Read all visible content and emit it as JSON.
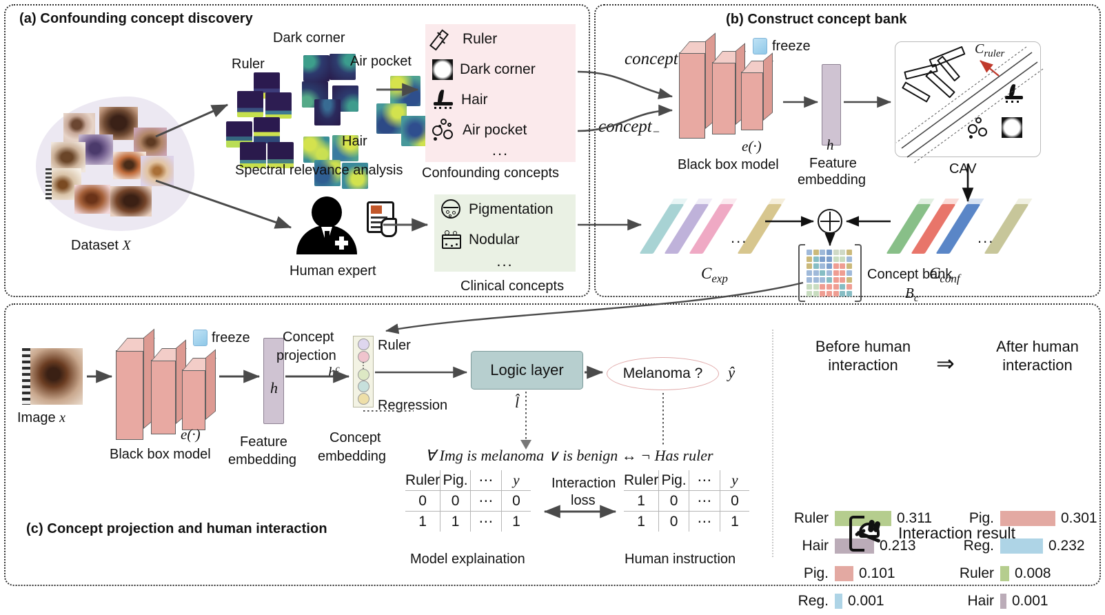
{
  "panels": {
    "a": {
      "title": "(a) Confounding concept discovery"
    },
    "b": {
      "title": "(b) Construct concept bank"
    },
    "c": {
      "title": "(c) Concept projection and human interaction"
    }
  },
  "panel_a": {
    "dataset_label": "Dataset",
    "dataset_symbol": "X",
    "sra_label": "Spectral relevance analysis",
    "cluster_labels": {
      "ruler": "Ruler",
      "dark_corner": "Dark corner",
      "air_pocket": "Air pocket",
      "hair": "Hair"
    },
    "human_expert_label": "Human expert",
    "confounding_caption": "Confounding concepts",
    "clinical_caption": "Clinical concepts",
    "confounding_concepts": [
      {
        "icon": "ruler-icon",
        "label": "Ruler"
      },
      {
        "icon": "dark-corner-icon",
        "label": "Dark corner"
      },
      {
        "icon": "hair-icon",
        "label": "Hair"
      },
      {
        "icon": "air-pocket-icon",
        "label": "Air pocket"
      }
    ],
    "confounding_ellipsis": "...",
    "clinical_concepts": [
      {
        "icon": "pigmentation-icon",
        "label": "Pigmentation"
      },
      {
        "icon": "nodular-icon",
        "label": "Nodular"
      }
    ],
    "clinical_ellipsis": "..."
  },
  "panel_b": {
    "concept_pos": "concept",
    "concept_pos_sub": "+",
    "concept_neg": "concept",
    "concept_neg_sub": "−",
    "freeze_label": "freeze",
    "blackbox_label": "Black box model",
    "encoder_symbol": "e(·)",
    "feature_symbol": "h",
    "feature_label_line1": "Feature",
    "feature_label_line2": "embedding",
    "cav_label": "CAV",
    "cav_vector_symbol": "C",
    "cav_vector_sub": "ruler",
    "c_exp_symbol": "C",
    "c_exp_sub": "exp",
    "c_conf_symbol": "C",
    "c_conf_sub": "conf",
    "concept_bank_label": "Concept bank",
    "concept_bank_symbol": "B",
    "concept_bank_sub": "c",
    "plus_operator": "⊕"
  },
  "panel_c": {
    "image_label": "Image",
    "image_symbol": "x",
    "freeze_label": "freeze",
    "blackbox_label": "Black box model",
    "encoder_symbol": "e(·)",
    "feature_label_line1": "Feature",
    "feature_label_line2": "embedding",
    "feature_symbol": "h",
    "concept_projection_line1": "Concept",
    "concept_projection_line2": "projection",
    "concept_embedding_line1": "Concept",
    "concept_embedding_line2": "embedding",
    "concept_embedding_symbol": "h",
    "concept_embedding_sup": "c",
    "concept_top_label": "Ruler",
    "concept_bottom_label": "Regression",
    "logic_layer_label": "Logic layer",
    "logic_symbol": "l̂",
    "prediction_label": "Melanoma ?",
    "prediction_symbol": "ŷ",
    "formula": "∀ Img   is melanoma ∨ is benign ↔ ¬ Has ruler",
    "interaction_loss_line1": "Interaction",
    "interaction_loss_line2": "loss",
    "model_explanation_caption": "Model explaination",
    "human_instruction_caption": "Human instruction",
    "model_explanation_table": {
      "headers": [
        "Ruler",
        "Pig.",
        "⋯",
        "y"
      ],
      "rows": [
        [
          "0",
          "0",
          "⋯",
          "0"
        ],
        [
          "1",
          "1",
          "⋯",
          "1"
        ]
      ]
    },
    "human_instruction_table": {
      "headers": [
        "Ruler",
        "Pig.",
        "⋯",
        "y"
      ],
      "rows": [
        [
          "1",
          "0",
          "⋯",
          "0"
        ],
        [
          "1",
          "0",
          "⋯",
          "1"
        ]
      ]
    },
    "transition_arrow": "⇒",
    "interaction_result_label": "Interaction result"
  },
  "chart_data": [
    {
      "type": "bar",
      "title": "Before human interaction",
      "orientation": "horizontal",
      "categories": [
        "Ruler",
        "Hair",
        "Pig.",
        "Reg."
      ],
      "values": [
        0.311,
        0.213,
        0.101,
        0.001
      ],
      "value_labels": [
        "0.311",
        "0.213",
        "0.101",
        "0.001"
      ],
      "colors": [
        "#b5cd8e",
        "#bbacb8",
        "#e3a9a2",
        "#aed4e6"
      ],
      "xlim": [
        0,
        0.34
      ],
      "xlabel": "",
      "ylabel": "",
      "grid": false,
      "legend": "none"
    },
    {
      "type": "bar",
      "title": "After human interaction",
      "orientation": "horizontal",
      "categories": [
        "Pig.",
        "Reg.",
        "Ruler",
        "Hair"
      ],
      "values": [
        0.301,
        0.232,
        0.008,
        0.001
      ],
      "value_labels": [
        "0.301",
        "0.232",
        "0.008",
        "0.001"
      ],
      "colors": [
        "#e3a9a2",
        "#aed4e6",
        "#b5cd8e",
        "#bbacb8"
      ],
      "xlim": [
        0,
        0.34
      ],
      "xlabel": "",
      "ylabel": "",
      "grid": false,
      "legend": "none"
    }
  ],
  "colors": {
    "cnn_block": "#e8a9a2",
    "cnn_top": "#f3cdc8",
    "feature_bar": "#cfc3d2",
    "logic_layer": "#b7cfcf",
    "oval_border": "#e0a8a8",
    "confounding_bg": "#fbeaec",
    "clinical_bg": "#eaf1e4",
    "blob": "#ece8f2"
  }
}
